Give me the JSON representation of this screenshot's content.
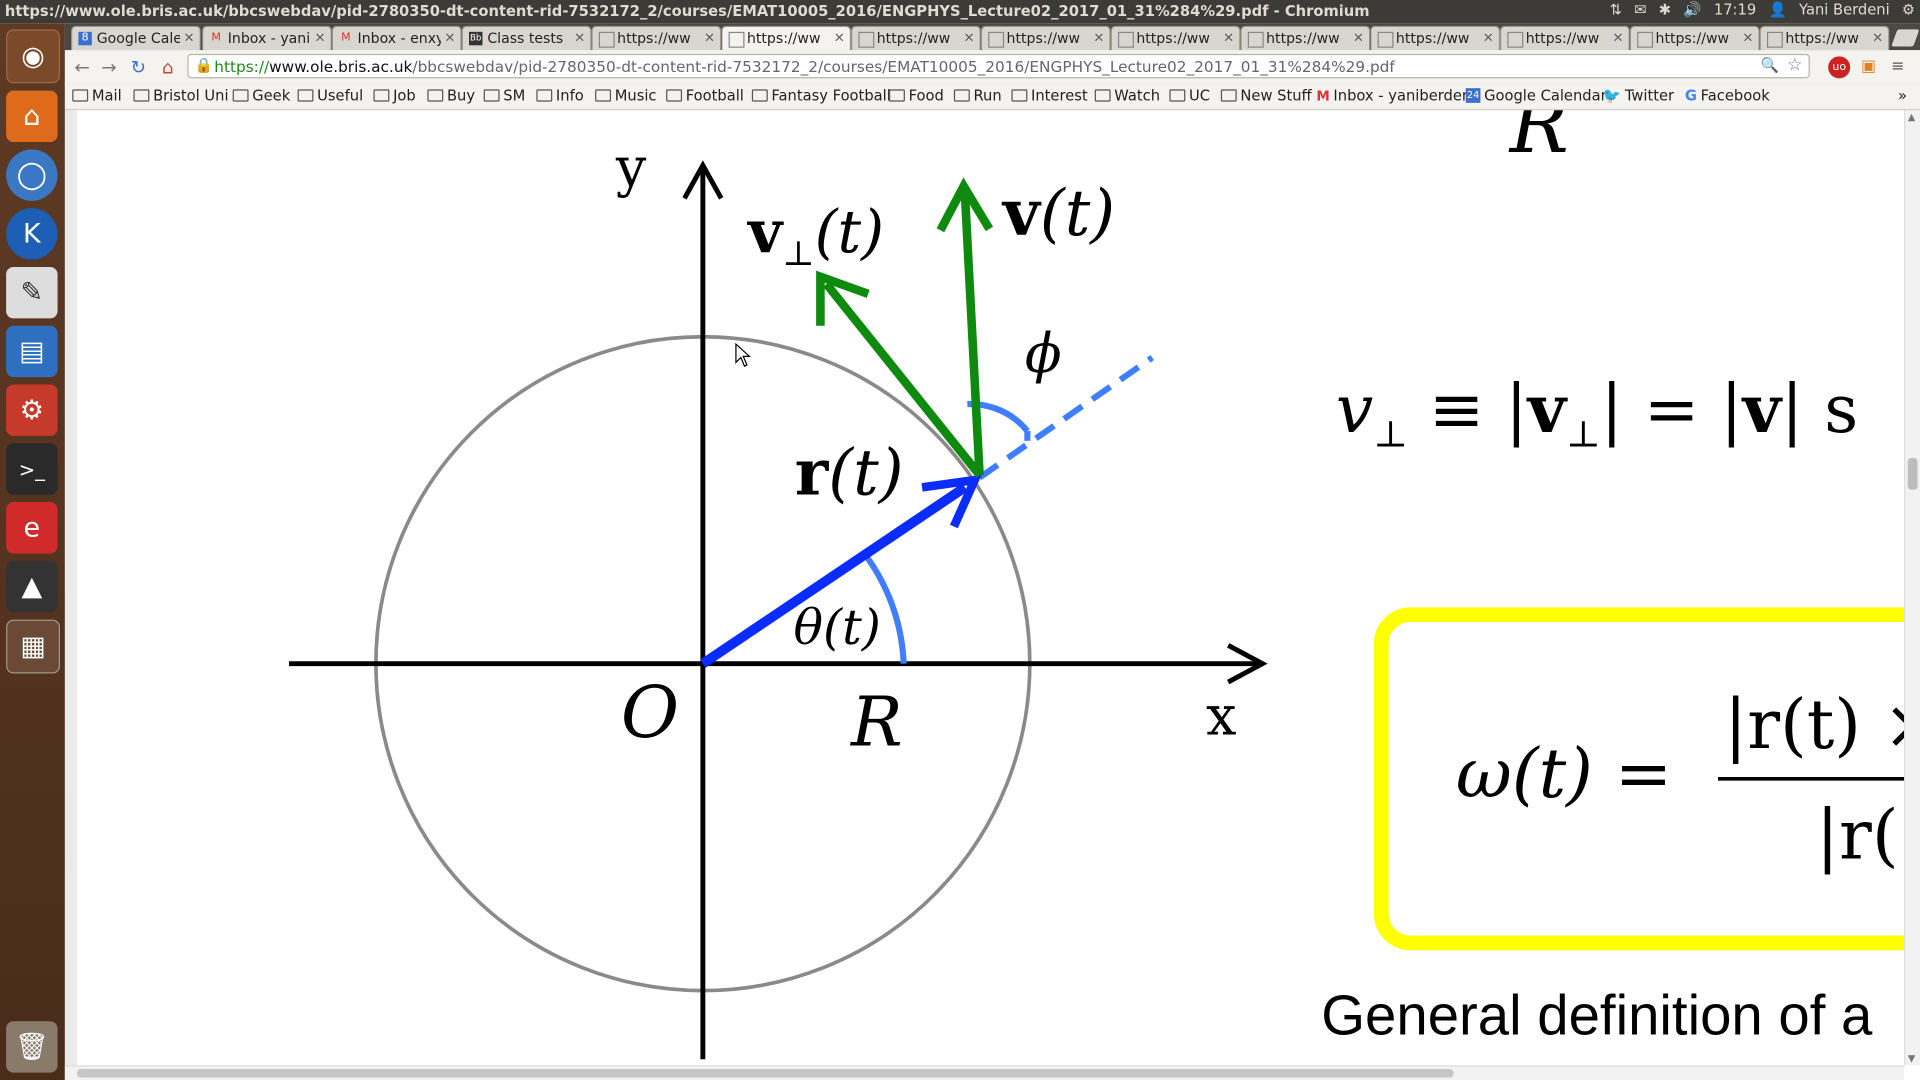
{
  "window_title": "https://www.ole.bris.ac.uk/bbcswebdav/pid-2780350-dt-content-rid-7532172_2/courses/EMAT10005_2016/ENGPHYS_Lecture02_2017_01_31%284%29.pdf - Chromium",
  "tray": {
    "time": "17:19",
    "user": "Yani Berdeni"
  },
  "tabs": [
    {
      "label": "Google Cale",
      "icon": "calendar-icon"
    },
    {
      "label": "Inbox - yanil",
      "icon": "gmail-icon"
    },
    {
      "label": "Inbox - enxy",
      "icon": "gmail-icon"
    },
    {
      "label": "Class tests",
      "icon": "bb-icon"
    },
    {
      "label": "https://ww",
      "icon": "page-icon"
    },
    {
      "label": "https://ww",
      "icon": "page-icon",
      "active": true
    },
    {
      "label": "https://ww",
      "icon": "page-icon"
    },
    {
      "label": "https://ww",
      "icon": "page-icon"
    },
    {
      "label": "https://ww",
      "icon": "page-icon"
    },
    {
      "label": "https://ww",
      "icon": "page-icon"
    },
    {
      "label": "https://ww",
      "icon": "page-icon"
    },
    {
      "label": "https://ww",
      "icon": "page-icon"
    },
    {
      "label": "https://ww",
      "icon": "page-icon"
    },
    {
      "label": "https://ww",
      "icon": "page-icon"
    }
  ],
  "omnibox": {
    "scheme": "https://",
    "host": "www.ole.bris.ac.uk",
    "path": "/bbcswebdav/pid-2780350-dt-content-rid-7532172_2/courses/EMAT10005_2016/ENGPHYS_Lecture02_2017_01_31%284%29.pdf"
  },
  "bookmarks": [
    {
      "label": "Mail",
      "icon": "folder-icon"
    },
    {
      "label": "Bristol Uni",
      "icon": "folder-icon"
    },
    {
      "label": "Geek",
      "icon": "folder-icon"
    },
    {
      "label": "Useful",
      "icon": "folder-icon"
    },
    {
      "label": "Job",
      "icon": "folder-icon"
    },
    {
      "label": "Buy",
      "icon": "folder-icon"
    },
    {
      "label": "SM",
      "icon": "folder-icon"
    },
    {
      "label": "Info",
      "icon": "folder-icon"
    },
    {
      "label": "Music",
      "icon": "folder-icon"
    },
    {
      "label": "Football",
      "icon": "folder-icon"
    },
    {
      "label": "Fantasy Football",
      "icon": "folder-icon"
    },
    {
      "label": "Food",
      "icon": "folder-icon"
    },
    {
      "label": "Run",
      "icon": "folder-icon"
    },
    {
      "label": "Interest",
      "icon": "folder-icon"
    },
    {
      "label": "Watch",
      "icon": "folder-icon"
    },
    {
      "label": "UC",
      "icon": "folder-icon"
    },
    {
      "label": "New Stuff",
      "icon": "folder-icon"
    },
    {
      "label": "Inbox - yaniberden",
      "icon": "gmail-icon"
    },
    {
      "label": "Google Calendar",
      "icon": "calendar-icon"
    },
    {
      "label": "Twitter",
      "icon": "twitter-icon"
    },
    {
      "label": "Facebook",
      "icon": "google-icon"
    }
  ],
  "slide": {
    "axis_y": "y",
    "axis_x": "x",
    "origin": "O",
    "radius": "R",
    "top_R": "R",
    "theta": "θ(t)",
    "phi": "ϕ",
    "r_label": {
      "bold": "r",
      "rest": "(t)"
    },
    "v_label": {
      "bold": "v",
      "rest": "(t)"
    },
    "vperp_label": {
      "bold": "v",
      "sub": "⊥",
      "rest": "(t)"
    },
    "equation1": {
      "a": "v",
      "sub": "⊥",
      "b": " ≡ |",
      "c": "v",
      "sub2": "⊥",
      "d": "| = |",
      "e": "v",
      "f": "| s"
    },
    "equation2": {
      "lhs": "ω(t) =",
      "num": "|r(t) ×",
      "den": "|r("
    },
    "caption": "General definition of a"
  },
  "colors": {
    "blue_vector": "#0a2cff",
    "light_blue": "#3f7fff",
    "green_vector": "#0e8a0e",
    "yellow_box": "#ffff00",
    "circle": "#8a8a8a"
  }
}
